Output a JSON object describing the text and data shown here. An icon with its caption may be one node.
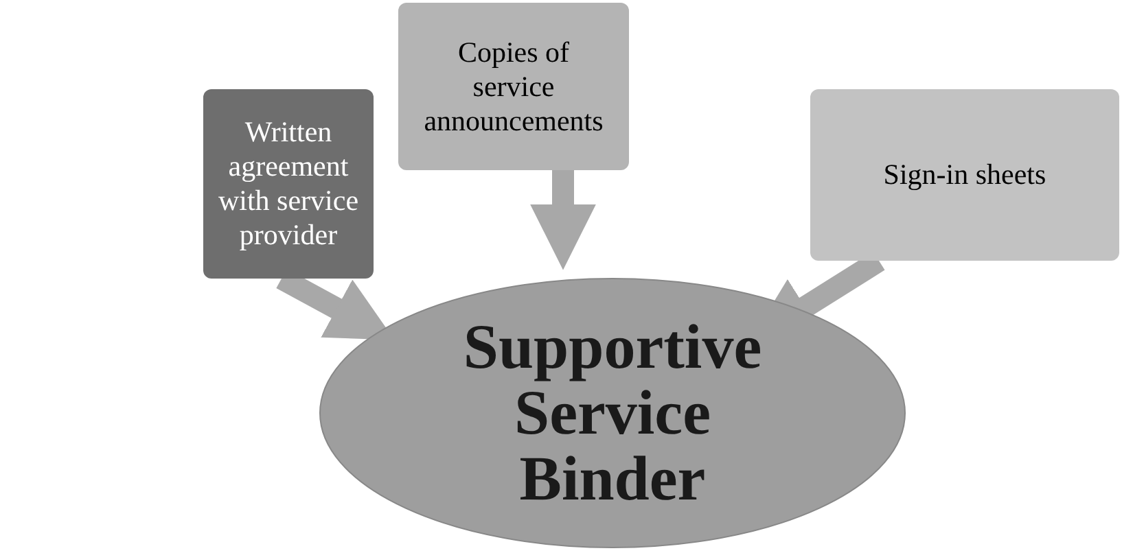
{
  "diagram": {
    "nodes": [
      {
        "text": [
          "Written agreement with service provider"
        ]
      },
      {
        "text": [
          "Copies of service announcements"
        ]
      },
      {
        "text": [
          "Sign-in sheets"
        ]
      },
      {
        "text": [
          "Supportive Service Binder"
        ]
      }
    ],
    "edges": [
      {
        "from": 0,
        "to": 3,
        "arrow": "to"
      },
      {
        "from": 1,
        "to": 3,
        "arrow": "to"
      },
      {
        "from": 2,
        "to": 3,
        "arrow": "to"
      }
    ]
  }
}
